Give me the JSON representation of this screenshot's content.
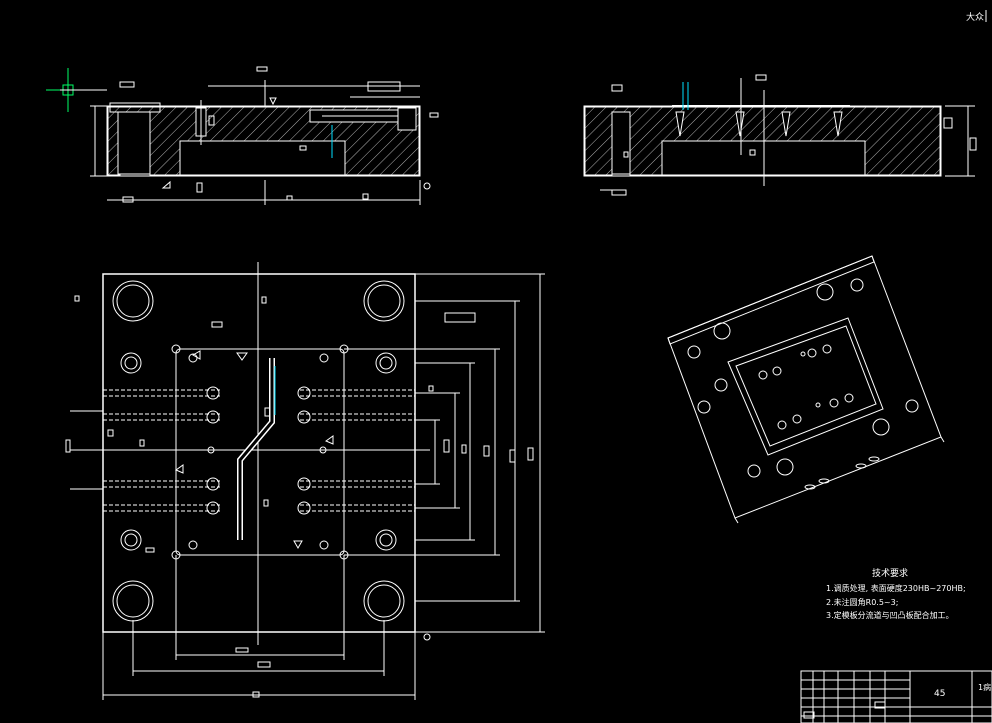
{
  "drawing": {
    "corner_label": "大众",
    "notes": {
      "heading": "技术要求",
      "items": [
        "1.调质处理, 表面硬度230HB~270HB;",
        "2.未注圆角R0.5~3;",
        "3.定模板分流道与凹凸板配合加工。"
      ]
    },
    "title_block": {
      "material": "45",
      "edge_label": "1病"
    }
  },
  "colors": {
    "background": "#000000",
    "line": "#ffffff",
    "accent_green": "#00ff66",
    "accent_cyan": "#00e0ff"
  }
}
